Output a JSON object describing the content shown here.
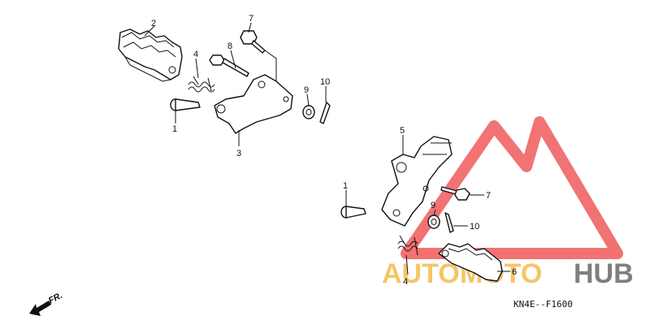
{
  "callouts": {
    "left": [
      "2",
      "4",
      "8",
      "7",
      "9",
      "10",
      "1",
      "3"
    ],
    "right": [
      "5",
      "1",
      "9",
      "7",
      "10",
      "4",
      "6"
    ]
  },
  "direction_label": "FR.",
  "diagram_code": "KN4E--F1600",
  "watermark": {
    "part1": "AUTO",
    "part2": "MOTO",
    "part3": "HUB",
    "colors": {
      "triangle": "#ee4444",
      "auto": "#f2b233",
      "moto": "#f2b233",
      "hub": "#555555"
    }
  }
}
